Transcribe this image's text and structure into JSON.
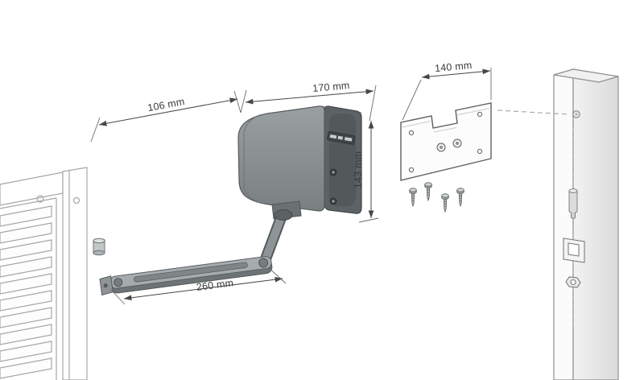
{
  "diagram": {
    "dimensions": {
      "motor_depth": "106 mm",
      "motor_length": "170 mm",
      "motor_height": "143 mm",
      "bracket_width": "140 mm",
      "arm_length": "260 mm"
    }
  }
}
